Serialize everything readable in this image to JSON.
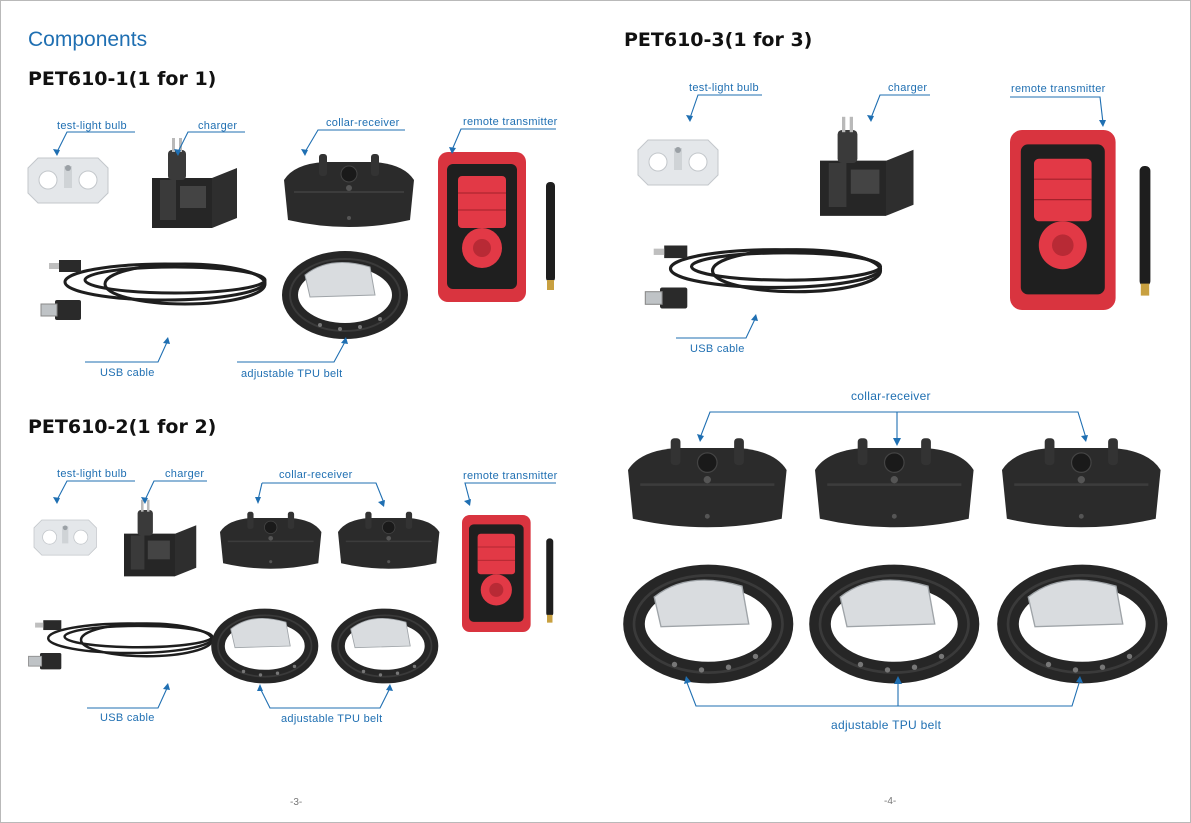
{
  "page_left": {
    "heading": "Components",
    "page_number": "-3-",
    "set1": {
      "title": "PET610-1(1 for 1)",
      "labels": {
        "test_light_bulb": "test-light bulb",
        "charger": "charger",
        "collar_receiver": "collar-receiver",
        "remote_transmitter": "remote transmitter",
        "usb_cable": "USB cable",
        "belt": "adjustable TPU belt"
      }
    },
    "set2": {
      "title": "PET610-2(1 for 2)",
      "labels": {
        "test_light_bulb": "test-light bulb",
        "charger": "charger",
        "collar_receiver": "collar-receiver",
        "remote_transmitter": "remote transmitter",
        "usb_cable": "USB cable",
        "belt": "adjustable TPU belt"
      }
    }
  },
  "page_right": {
    "page_number": "-4-",
    "set3": {
      "title": "PET610-3(1 for 3)",
      "labels": {
        "test_light_bulb": "test-light bulb",
        "charger": "charger",
        "remote_transmitter": "remote transmitter",
        "usb_cable": "USB cable",
        "collar_receiver": "collar-receiver",
        "belt": "adjustable TPU belt"
      }
    }
  },
  "colors": {
    "accent_blue": "#1f6fb2",
    "device_black": "#2b2b2b",
    "device_red": "#d9343f"
  }
}
